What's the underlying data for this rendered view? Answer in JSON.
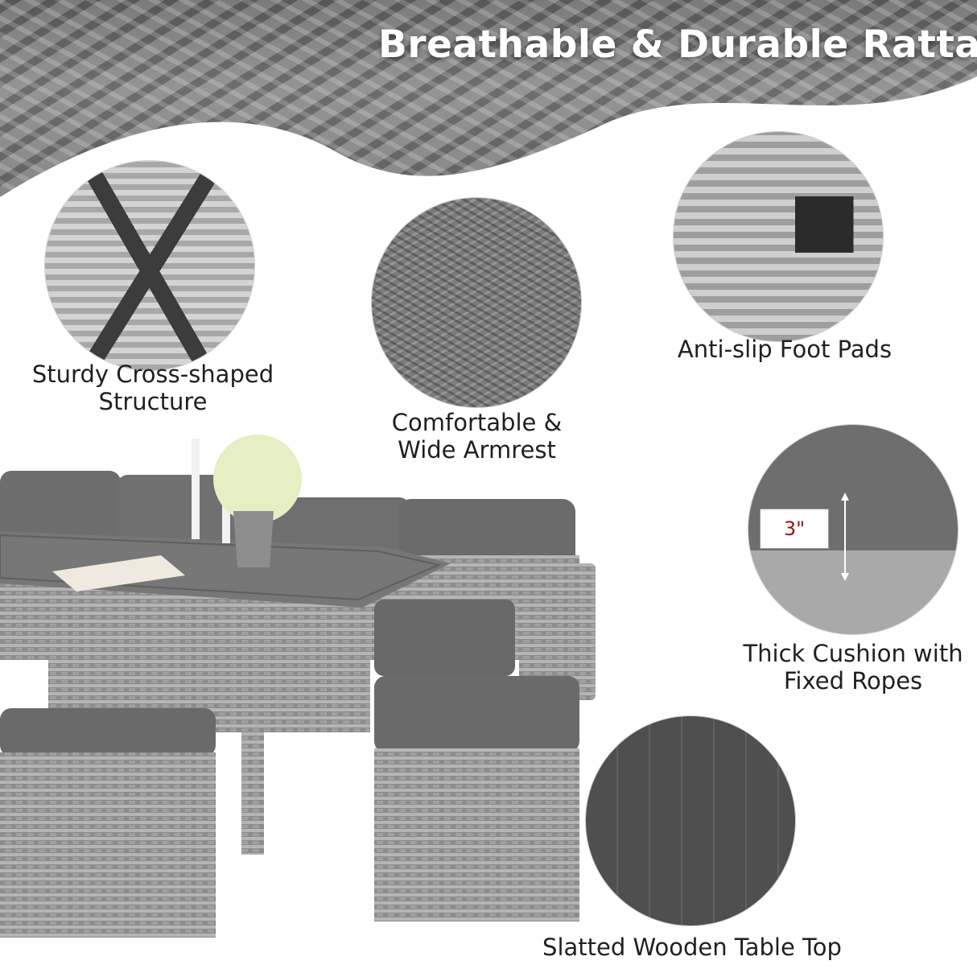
{
  "banner": {
    "title": "Breathable & Durable Rattan"
  },
  "features": {
    "cross_structure": {
      "caption_line1": "Sturdy Cross-shaped",
      "caption_line2": "Structure"
    },
    "armrest": {
      "caption_line1": "Comfortable &",
      "caption_line2": "Wide Armrest"
    },
    "foot_pads": {
      "caption_line1": "Anti-slip Foot Pads"
    },
    "cushion": {
      "caption_line1": "Thick Cushion with",
      "caption_line2": "Fixed Ropes",
      "thickness_label": "3\""
    },
    "table_top": {
      "caption_line1": "Slatted Wooden Table Top"
    }
  },
  "colors": {
    "rattan": "#8a8a8a",
    "cushion": "#6b6b6b",
    "accent_text": "#9a1212"
  }
}
